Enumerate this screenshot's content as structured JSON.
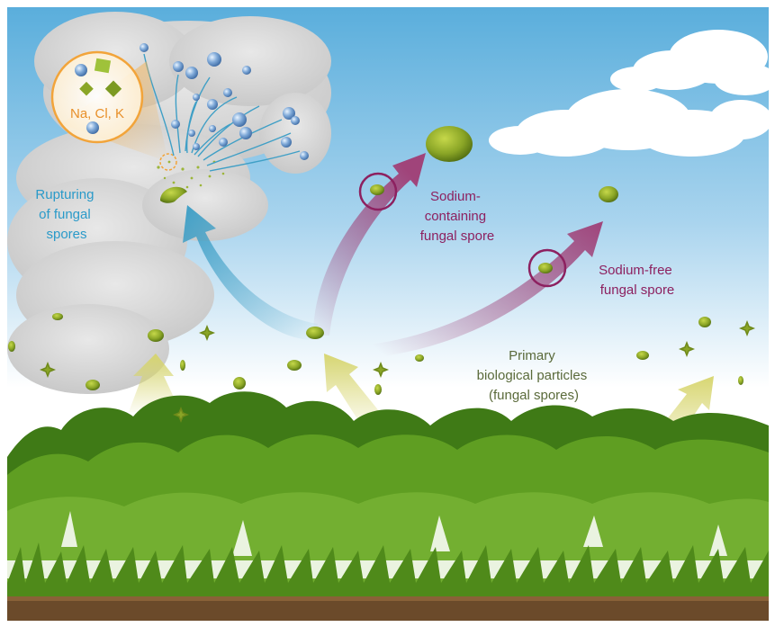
{
  "labels": {
    "salts": "Na, Cl, K",
    "rupturing": [
      "Rupturing",
      "of fungal",
      "spores"
    ],
    "sodium_containing": [
      "Sodium-",
      "containing",
      "fungal spore"
    ],
    "sodium_free": [
      "Sodium-free",
      "fungal spore"
    ],
    "primary": [
      "Primary",
      "biological particles",
      "(fungal spores)"
    ]
  },
  "colors": {
    "sky_top": "#5aaedc",
    "sky_bottom": "#ffffff",
    "cloud": "#d9d9d9",
    "canopy": "#5f9e22",
    "canopy_dark": "#3f7a16",
    "soil": "#6b4a2a",
    "spore": "#8aa526",
    "blue_arrow": "#3f9fc6",
    "magenta_arrow": "#a0447a",
    "yellow_arrow": "#d6d46a",
    "salt_circle": "#f2a43a",
    "blue_text": "#2a9ac9",
    "magenta_text": "#8d2160",
    "green_text": "#5a6a3a",
    "orange_text": "#e8902a"
  }
}
